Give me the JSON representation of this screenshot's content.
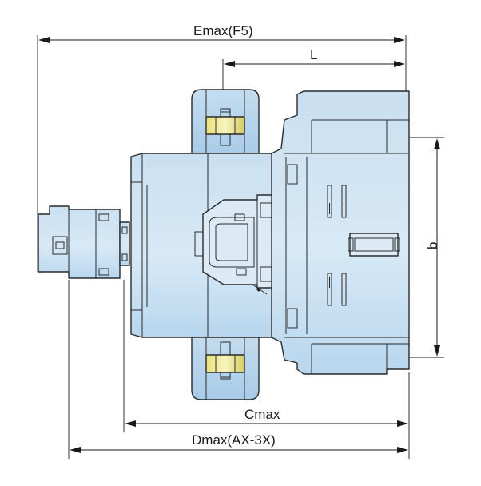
{
  "dimensions": {
    "emax_label": "Emax(F5)",
    "l_label": "L",
    "b_label": "b",
    "cmax_label": "Cmax",
    "dmax_label": "Dmax(AX-3X)"
  },
  "colors": {
    "body_fill": "#cfe4f4",
    "body_fill_light": "#e6f1fa",
    "terminal_fill": "#bcd7ee",
    "nut_fill": "#f1ec9a",
    "line": "#1a1a1a"
  }
}
